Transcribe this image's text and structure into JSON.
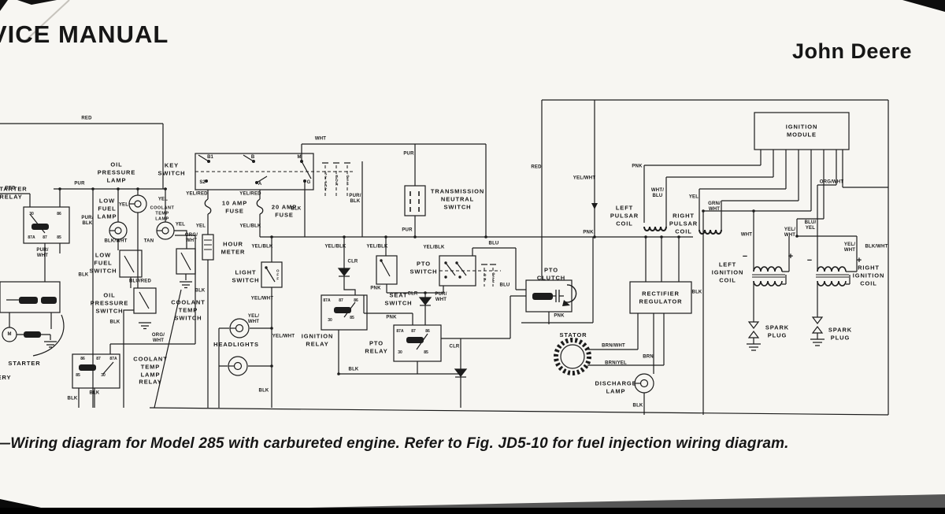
{
  "page": {
    "header_left": "VICE MANUAL",
    "header_right": "John Deere",
    "caption": "—Wiring diagram for Model 285 with carbureted engine. Refer to Fig. JD5-10 for fuel injection wiring diagram."
  },
  "diagram": {
    "figure_type": "wiring-diagram",
    "model": "Model 285",
    "components": {
      "oil_pressure_lamp": "OIL\nPRESSURE\nLAMP",
      "key_switch": "KEY\nSWITCH",
      "starter_relay": "STARTER\nRELAY",
      "low_fuel_lamp": "LOW\nFUEL\nLAMP",
      "coolant_temp_lamp": "COOLANT\nTEMP\nLAMP",
      "fuse_10a": "10 AMP\nFUSE",
      "fuse_20a": "20 AMP\nFUSE",
      "transmission_neutral_switch": "TRANSMISSION\nNEUTRAL\nSWITCH",
      "hour_meter": "HOUR\nMETER",
      "low_fuel_switch": "LOW\nFUEL\nSWITCH",
      "light_switch": "LIGHT\nSWITCH",
      "oil_pressure_switch": "OIL\nPRESSURE\nSWITCH",
      "coolant_temp_switch": "COOLANT\nTEMP\nSWITCH",
      "coolant_temp_lamp_relay": "COOLANT\nTEMP\nLAMP\nRELAY",
      "headlights": "HEADLIGHTS",
      "ignition_relay": "IGNITION\nRELAY",
      "pto_relay": "PTO\nRELAY",
      "seat_switch": "SEAT\nSWITCH",
      "pto_switch": "PTO\nSWITCH",
      "pto_clutch": "PTO\nCLUTCH",
      "stator": "STATOR",
      "discharge_lamp": "DISCHARGE\nLAMP",
      "rectifier_regulator": "RECTIFIER\nREGULATOR",
      "ignition_module": "IGNITION\nMODULE",
      "left_pulsar_coil": "LEFT\nPULSAR\nCOIL",
      "right_pulsar_coil": "RIGHT\nPULSAR\nCOIL",
      "left_ignition_coil": "LEFT\nIGNITION\nCOIL",
      "right_ignition_coil": "RIGHT\nIGNITION\nCOIL",
      "spark_plug_left": "SPARK\nPLUG",
      "spark_plug_right": "SPARK\nPLUG",
      "starter": "STARTER",
      "battery": "BATTERY",
      "motor_m": "M"
    },
    "key_switch": {
      "contacts": {
        "b1": "B1",
        "s2": "S2",
        "b": "B",
        "a": "A",
        "m": "M",
        "g": "G"
      },
      "positions": {
        "start": "START",
        "run": "RUN",
        "off": "OFF"
      }
    },
    "pto_switch_positions": {
      "on": "ON",
      "off": "OFF"
    },
    "light_switch_positions": {
      "off": "OFF"
    },
    "polarity": {
      "minus": "−",
      "plus": "+"
    },
    "terminals": {
      "starter_relay": {
        "t30": "30",
        "t86": "86",
        "t87a": "87A",
        "t87": "87",
        "t85": "85"
      },
      "coolant_relay": {
        "t86": "86",
        "t87": "87",
        "t87a": "87A",
        "t85": "85",
        "t30": "30"
      },
      "ignition_relay": {
        "t87a": "87A",
        "t87": "87",
        "t86": "86",
        "t30": "30",
        "t85": "85"
      },
      "pto_relay": {
        "t87a": "87A",
        "t87": "87",
        "t86": "86",
        "t30": "30",
        "t85": "85"
      }
    },
    "wire_labels": {
      "red_top": "RED",
      "red_left": "RED",
      "pur_main": "PUR",
      "pur_blk": "PUR/\nBLK",
      "pur_wht": "PUR/\nWHT",
      "yel_1": "YEL",
      "yel_2": "YEL",
      "yel_3": "YEL",
      "yel_4": "YEL",
      "yel_5": "YEL",
      "blk_wht_left": "BLK/WHT",
      "tan": "TAN",
      "blu_red": "BLU/RED",
      "org_wht_1": "ORG/\nWHT",
      "org_wht_2": "ORG/\nWHT",
      "org_wht_3": "ORG/WHT",
      "blk_1": "BLK",
      "blk_2": "BLK",
      "blk_3": "BLK",
      "blk_4": "BLK",
      "blk_5": "BLK",
      "blk_6": "BLK",
      "blk_7": "BLK",
      "blk_8": "BLK",
      "blk_9": "BLK",
      "blk_10": "BLK",
      "yel_red_1": "YEL/RED",
      "yel_red_2": "YEL/RED",
      "yel_blk_1": "YEL/BLK",
      "yel_blk_2": "YEL/BLK",
      "yel_blk_3": "YEL/BLK",
      "yel_blk_4": "YEL/BLK",
      "yel_blk_5": "YEL/BLK",
      "wht_1": "WHT",
      "wht_2": "WHT",
      "pur_1": "PUR",
      "pur_2": "PUR",
      "pur_blk_2": "PUR/\nBLK",
      "pur_wht_2": "PUR/\nWHT",
      "yel_wht_1": "YEL/WHT",
      "yel_wht_2": "YEL/\nWHT",
      "yel_wht_3": "YEL/WHT",
      "yel_wht_4": "YEL/WHT",
      "yel_wht_5": "YEL/\nWHT",
      "yel_wht_6": "YEL/\nWHT",
      "clr_1": "CLR",
      "clr_2": "CLR",
      "clr_3": "CLR",
      "pnk_1": "PNK",
      "pnk_2": "PNK",
      "pnk_3": "PNK",
      "pnk_4": "PNK",
      "pnk_5": "PNK",
      "blu_1": "BLU",
      "blu_2": "BLU",
      "red_right": "RED",
      "wht_blu": "WHT/\nBLU",
      "grn_wht": "GRN/\nWHT",
      "blu_yel": "BLU/\nYEL",
      "blk_wht_right": "BLK/WHT",
      "brn_wht": "BRN/WHT",
      "brn_yel": "BRN/YEL",
      "brn": "BRN"
    }
  }
}
